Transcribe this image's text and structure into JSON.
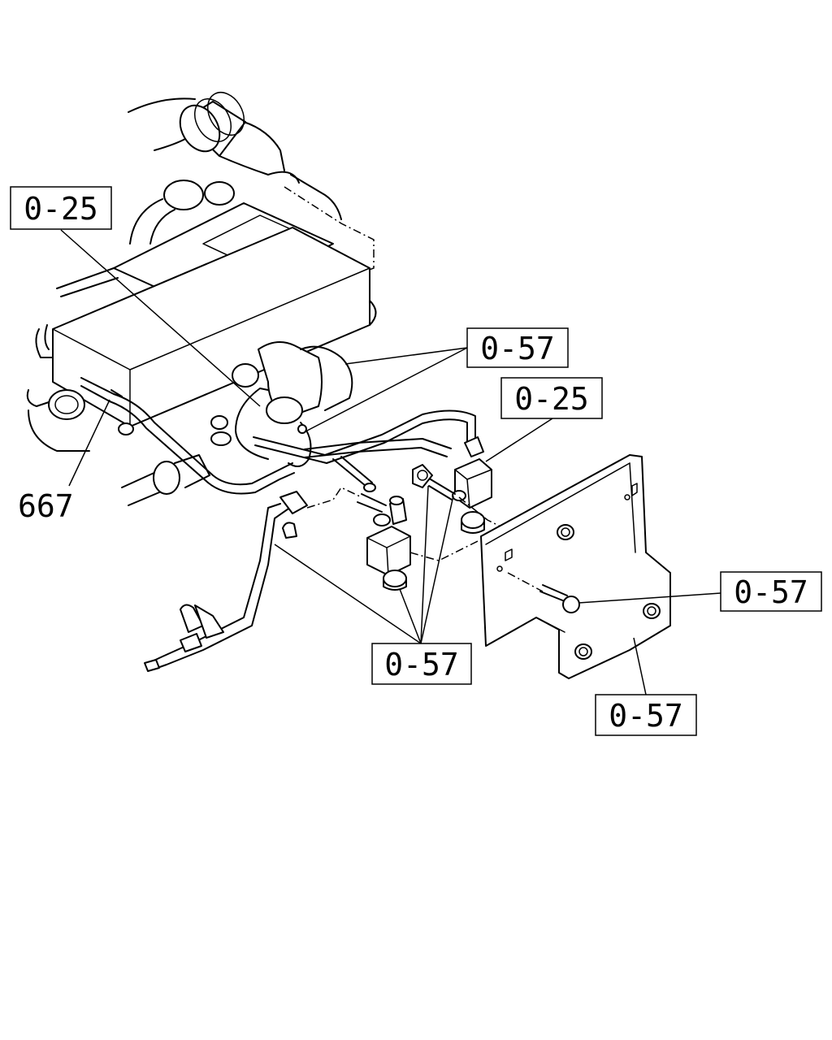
{
  "callouts": {
    "c1": "0-25",
    "c2": "0-57",
    "c3": "0-25",
    "c4": "0-57",
    "c5": "0-57",
    "c6": "0-57"
  },
  "labels": {
    "l1": "667"
  }
}
